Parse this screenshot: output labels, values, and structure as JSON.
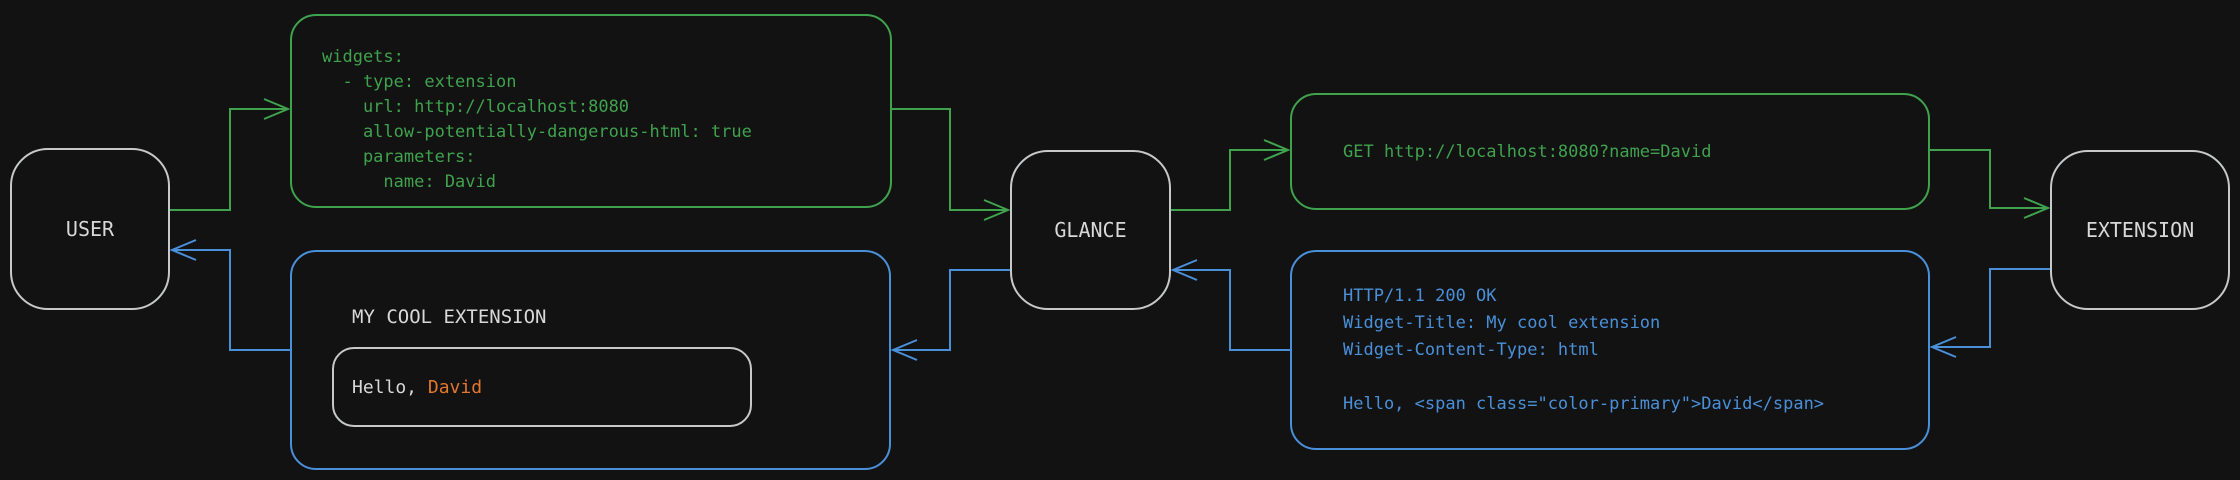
{
  "diagram": {
    "background": "#121212",
    "colors": {
      "request_green": "#3fa24d",
      "response_blue": "#4a90d9",
      "neutral_border": "#c6c8ca",
      "neutral_text": "#d8d8d8",
      "accent_orange": "#e2772e"
    },
    "nodes": {
      "user": {
        "label": "USER"
      },
      "glance": {
        "label": "GLANCE"
      },
      "extension": {
        "label": "EXTENSION"
      }
    },
    "config_snippet": {
      "lines": [
        "widgets:",
        "  - type: extension",
        "    url: http://localhost:8080",
        "    allow-potentially-dangerous-html: true",
        "    parameters:",
        "      name: David"
      ]
    },
    "request_snippet": {
      "text": "GET http://localhost:8080?name=David"
    },
    "response_snippet": {
      "lines": [
        "HTTP/1.1 200 OK",
        "Widget-Title: My cool extension",
        "Widget-Content-Type: html",
        "",
        "Hello, <span class=\"color-primary\">David</span>"
      ]
    },
    "widget_preview": {
      "title": "MY COOL EXTENSION",
      "greeting_prefix": "Hello, ",
      "greeting_name": "David"
    }
  }
}
